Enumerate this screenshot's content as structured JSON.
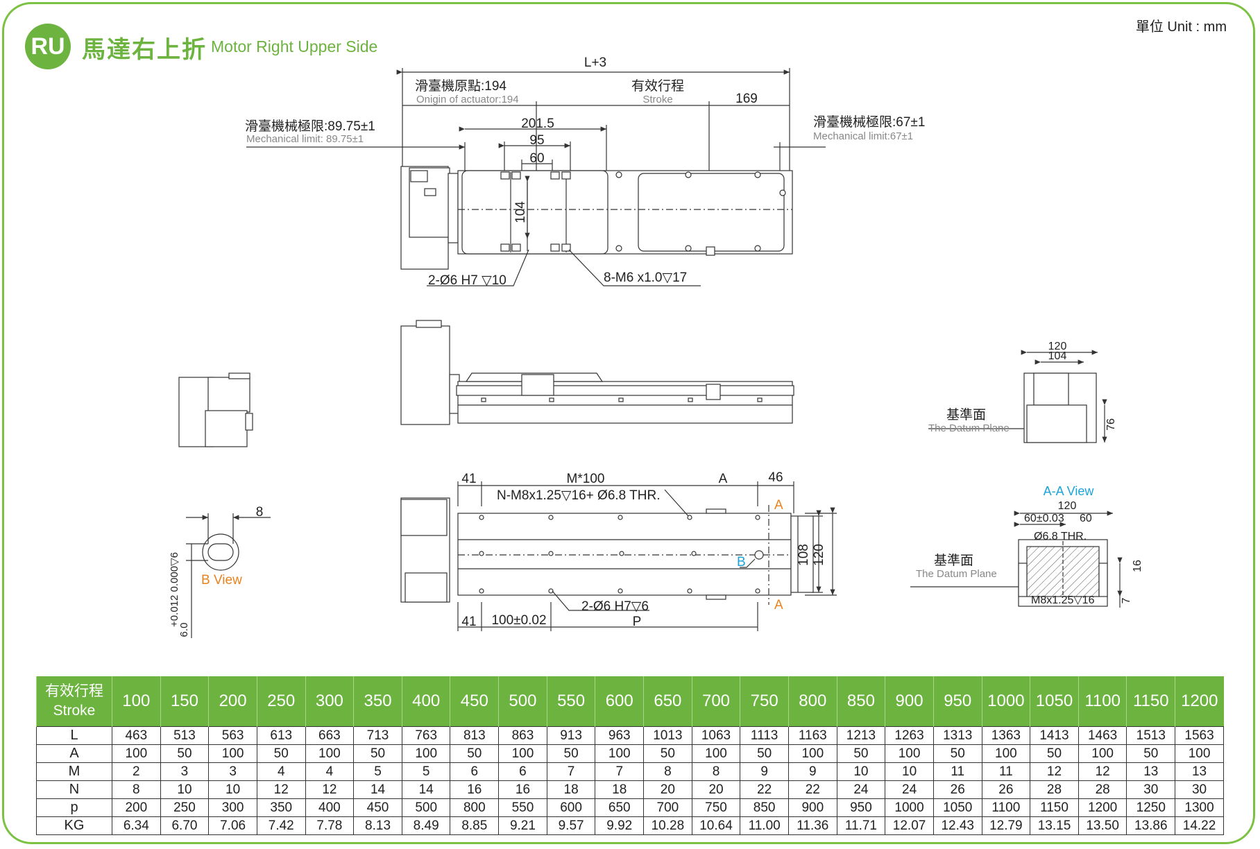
{
  "header": {
    "badge": "RU",
    "title_zh": "馬達右上折",
    "title_en": "Motor Right Upper Side",
    "unit": "單位 Unit : mm"
  },
  "drawing": {
    "top_view": {
      "overall": "L+3",
      "origin_zh": "滑臺機原點:194",
      "origin_en": "Onigin of actuator:194",
      "stroke_zh": "有效行程",
      "stroke_en": "Stroke",
      "dim_169": "169",
      "mech_left_zh": "滑臺機械極限:89.75±1",
      "mech_left_en": "Mechanical limit: 89.75±1",
      "mech_right_zh": "滑臺機械極限:67±1",
      "mech_right_en": "Mechanical limit:67±1",
      "dim_2015": "201.5",
      "dim_95": "95",
      "dim_60": "60",
      "dim_104": "104",
      "hole_pin": "2-Ø6 H7 ▽10",
      "hole_tap": "8-M6  x1.0▽17"
    },
    "bottom_view": {
      "dim_41_top": "41",
      "pitch": "M*100",
      "dim_a": "A",
      "dim_46": "46",
      "thread": "N-M8x1.25▽16+ Ø6.8 THR.",
      "sec_a_top": "A",
      "sec_a_bot": "A",
      "b_mark": "B",
      "dim_108": "108",
      "dim_120": "120",
      "dim_41_bot": "41",
      "dim_100": "100±0.02",
      "pin": "2-Ø6  H7▽6",
      "dim_p": "P"
    },
    "b_view": {
      "label": "B View",
      "dim_8": "8",
      "tol": "+0.012\n0.000▽6",
      "dim_6": "6.0"
    },
    "end_view": {
      "dim_120": "120",
      "dim_104": "104",
      "dim_76": "76",
      "datum_zh": "基準面",
      "datum_en": "The Datum Plane"
    },
    "aa_view": {
      "title": "A-A View",
      "dim_120": "120",
      "dim_60_tol": "60±0.03",
      "dim_60": "60",
      "hole": "Ø6.8  THR.",
      "thread": "M8x1.25▽16",
      "dim_16": "16",
      "dim_7": "7",
      "datum_zh": "基準面",
      "datum_en": "The Datum Plane"
    }
  },
  "table": {
    "header_zh": "有效行程",
    "header_en": "Stroke",
    "strokes": [
      "100",
      "150",
      "200",
      "250",
      "300",
      "350",
      "400",
      "450",
      "500",
      "550",
      "600",
      "650",
      "700",
      "750",
      "800",
      "850",
      "900",
      "950",
      "1000",
      "1050",
      "1100",
      "1150",
      "1200"
    ],
    "rows": [
      {
        "label": "L",
        "values": [
          "463",
          "513",
          "563",
          "613",
          "663",
          "713",
          "763",
          "813",
          "863",
          "913",
          "963",
          "1013",
          "1063",
          "1113",
          "1163",
          "1213",
          "1263",
          "1313",
          "1363",
          "1413",
          "1463",
          "1513",
          "1563"
        ]
      },
      {
        "label": "A",
        "values": [
          "100",
          "50",
          "100",
          "50",
          "100",
          "50",
          "100",
          "50",
          "100",
          "50",
          "100",
          "50",
          "100",
          "50",
          "100",
          "50",
          "100",
          "50",
          "100",
          "50",
          "100",
          "50",
          "100"
        ]
      },
      {
        "label": "M",
        "values": [
          "2",
          "3",
          "3",
          "4",
          "4",
          "5",
          "5",
          "6",
          "6",
          "7",
          "7",
          "8",
          "8",
          "9",
          "9",
          "10",
          "10",
          "11",
          "11",
          "12",
          "12",
          "13",
          "13"
        ]
      },
      {
        "label": "N",
        "values": [
          "8",
          "10",
          "10",
          "12",
          "12",
          "14",
          "14",
          "16",
          "16",
          "18",
          "18",
          "20",
          "20",
          "22",
          "22",
          "24",
          "24",
          "26",
          "26",
          "28",
          "28",
          "30",
          "30"
        ]
      },
      {
        "label": "p",
        "values": [
          "200",
          "250",
          "300",
          "350",
          "400",
          "450",
          "500",
          "800",
          "550",
          "600",
          "650",
          "700",
          "750",
          "850",
          "900",
          "950",
          "1000",
          "1050",
          "1100",
          "1150",
          "1200",
          "1250",
          "1300"
        ]
      },
      {
        "label": "KG",
        "values": [
          "6.34",
          "6.70",
          "7.06",
          "7.42",
          "7.78",
          "8.13",
          "8.49",
          "8.85",
          "9.21",
          "9.57",
          "9.92",
          "10.28",
          "10.64",
          "11.00",
          "11.36",
          "11.71",
          "12.07",
          "12.43",
          "12.79",
          "13.15",
          "13.50",
          "13.86",
          "14.22"
        ]
      }
    ]
  }
}
